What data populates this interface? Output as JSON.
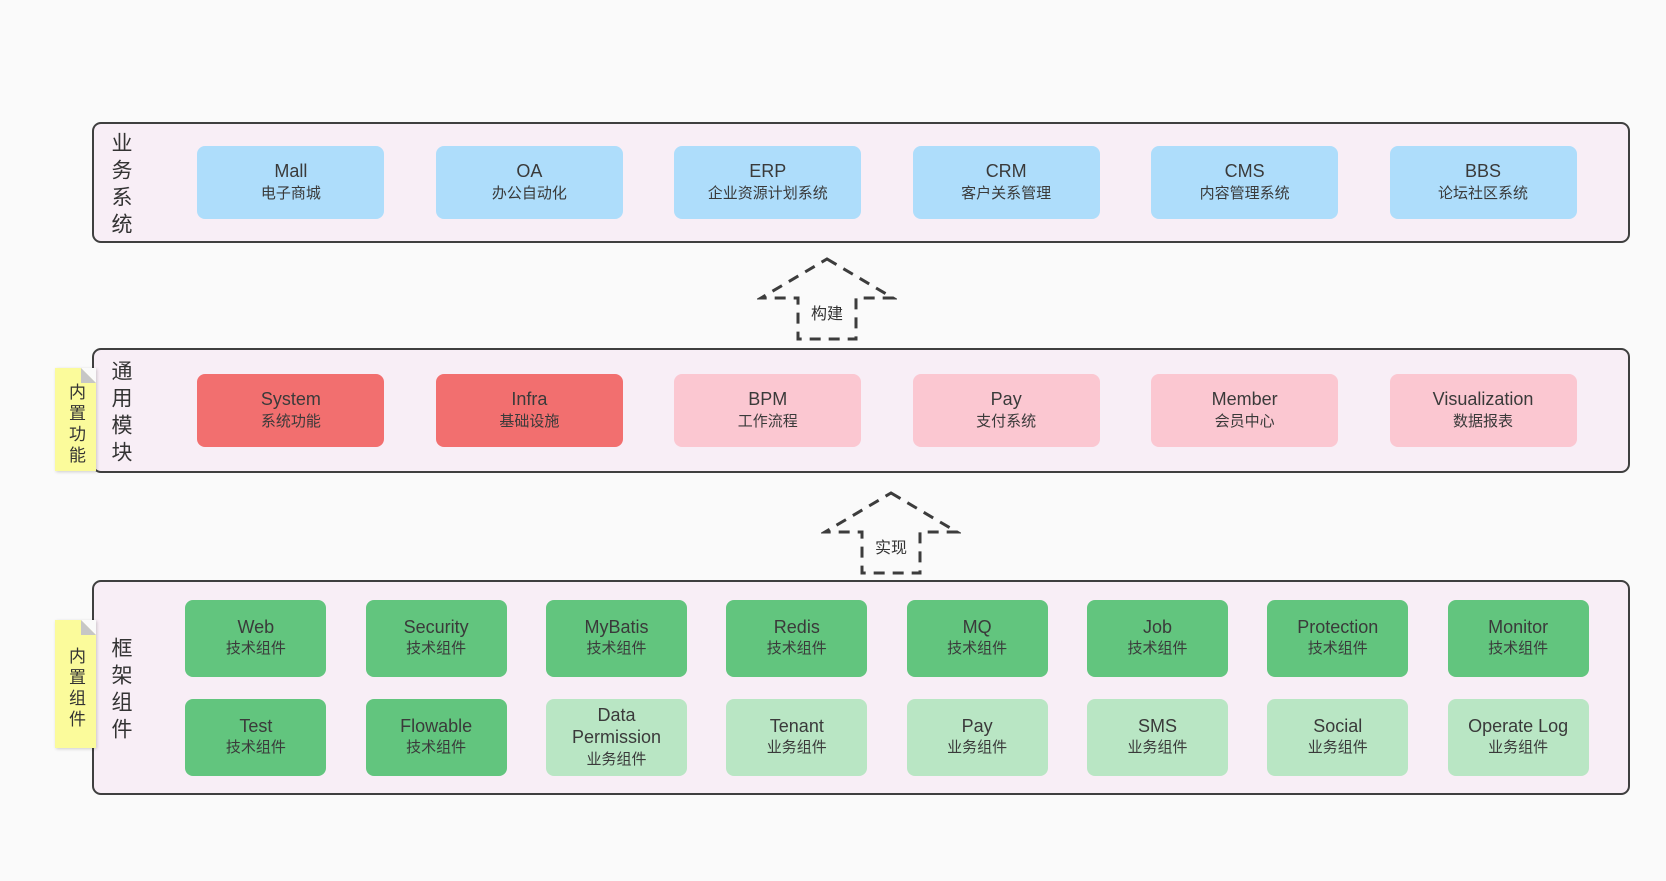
{
  "palette": {
    "page_bg": "#fafafa",
    "band_bg": "#f8eef6",
    "band_border": "#3f3f3f",
    "blue": "#aeddfb",
    "red": "#f26f6f",
    "pink": "#fbc7d1",
    "green": "#62c57e",
    "green_light": "#b9e6c4",
    "sticky_yellow": "#fbfb9b",
    "text": "#3a3a3a"
  },
  "arrows": [
    {
      "label": "构建"
    },
    {
      "label": "实现"
    }
  ],
  "bands": [
    {
      "label": "业务系统",
      "rows": [
        [
          {
            "name": "Mall",
            "subtitle": "电子商城",
            "variant": "blue"
          },
          {
            "name": "OA",
            "subtitle": "办公自动化",
            "variant": "blue"
          },
          {
            "name": "ERP",
            "subtitle": "企业资源计划系统",
            "variant": "blue"
          },
          {
            "name": "CRM",
            "subtitle": "客户关系管理",
            "variant": "blue"
          },
          {
            "name": "CMS",
            "subtitle": "内容管理系统",
            "variant": "blue"
          },
          {
            "name": "BBS",
            "subtitle": "论坛社区系统",
            "variant": "blue"
          }
        ]
      ]
    },
    {
      "label": "通用模块",
      "sticky": "内置功能",
      "rows": [
        [
          {
            "name": "System",
            "subtitle": "系统功能",
            "variant": "red"
          },
          {
            "name": "Infra",
            "subtitle": "基础设施",
            "variant": "red"
          },
          {
            "name": "BPM",
            "subtitle": "工作流程",
            "variant": "pink"
          },
          {
            "name": "Pay",
            "subtitle": "支付系统",
            "variant": "pink"
          },
          {
            "name": "Member",
            "subtitle": "会员中心",
            "variant": "pink"
          },
          {
            "name": "Visualization",
            "subtitle": "数据报表",
            "variant": "pink"
          }
        ]
      ]
    },
    {
      "label": "框架组件",
      "sticky": "内置组件",
      "rows": [
        [
          {
            "name": "Web",
            "subtitle": "技术组件",
            "variant": "green"
          },
          {
            "name": "Security",
            "subtitle": "技术组件",
            "variant": "green"
          },
          {
            "name": "MyBatis",
            "subtitle": "技术组件",
            "variant": "green"
          },
          {
            "name": "Redis",
            "subtitle": "技术组件",
            "variant": "green"
          },
          {
            "name": "MQ",
            "subtitle": "技术组件",
            "variant": "green"
          },
          {
            "name": "Job",
            "subtitle": "技术组件",
            "variant": "green"
          },
          {
            "name": "Protection",
            "subtitle": "技术组件",
            "variant": "green"
          },
          {
            "name": "Monitor",
            "subtitle": "技术组件",
            "variant": "green"
          }
        ],
        [
          {
            "name": "Test",
            "subtitle": "技术组件",
            "variant": "green"
          },
          {
            "name": "Flowable",
            "subtitle": "技术组件",
            "variant": "green"
          },
          {
            "name": "Data Permission",
            "subtitle": "业务组件",
            "variant": "green-light"
          },
          {
            "name": "Tenant",
            "subtitle": "业务组件",
            "variant": "green-light"
          },
          {
            "name": "Pay",
            "subtitle": "业务组件",
            "variant": "green-light"
          },
          {
            "name": "SMS",
            "subtitle": "业务组件",
            "variant": "green-light"
          },
          {
            "name": "Social",
            "subtitle": "业务组件",
            "variant": "green-light"
          },
          {
            "name": "Operate Log",
            "subtitle": "业务组件",
            "variant": "green-light"
          }
        ]
      ]
    }
  ]
}
